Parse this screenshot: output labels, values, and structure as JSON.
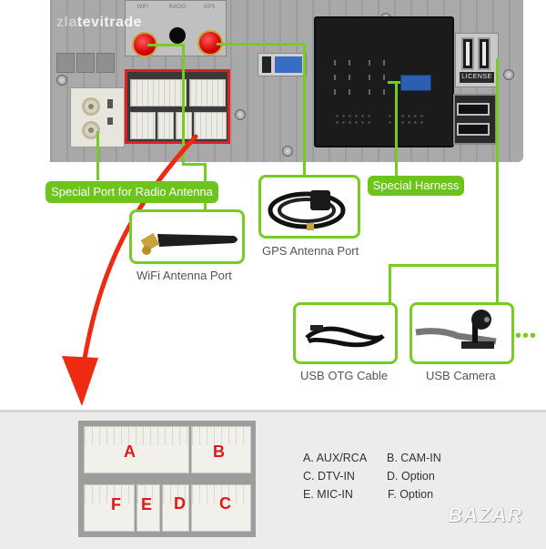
{
  "watermark": {
    "brand_prefix": "zla",
    "brand_rest": "tevitrade"
  },
  "device": {
    "antenna_labels": [
      "WIFI",
      "RADIO",
      "GPS"
    ],
    "usb_label": "LICENSE"
  },
  "callouts": {
    "radio_antenna": "Special Port for Radio Antenna",
    "special_harness": "Special Harness"
  },
  "accessories": [
    {
      "id": "wifi",
      "caption": "WiFi Antenna Port",
      "icon": "wifi-antenna-icon"
    },
    {
      "id": "gps",
      "caption": "GPS Antenna Port",
      "icon": "gps-antenna-icon"
    },
    {
      "id": "usb-otg",
      "caption": "USB OTG Cable",
      "icon": "usb-cable-icon"
    },
    {
      "id": "usb-camera",
      "caption": "USB Camera",
      "icon": "camera-icon"
    }
  ],
  "more_indicator": "•••",
  "connector_letters": {
    "a": "A",
    "b": "B",
    "c": "C",
    "d": "D",
    "e": "E",
    "f": "F"
  },
  "legend": [
    {
      "text": "A. AUX/RCA"
    },
    {
      "text": "B. CAM-IN"
    },
    {
      "text": "C. DTV-IN"
    },
    {
      "text": "D. Option"
    },
    {
      "text": "E. MIC-IN"
    },
    {
      "text": "F. Option"
    }
  ],
  "bottom_watermark": "BAZAR",
  "colors": {
    "accent_green": "#6cc41c",
    "highlight_red": "#e01818"
  }
}
